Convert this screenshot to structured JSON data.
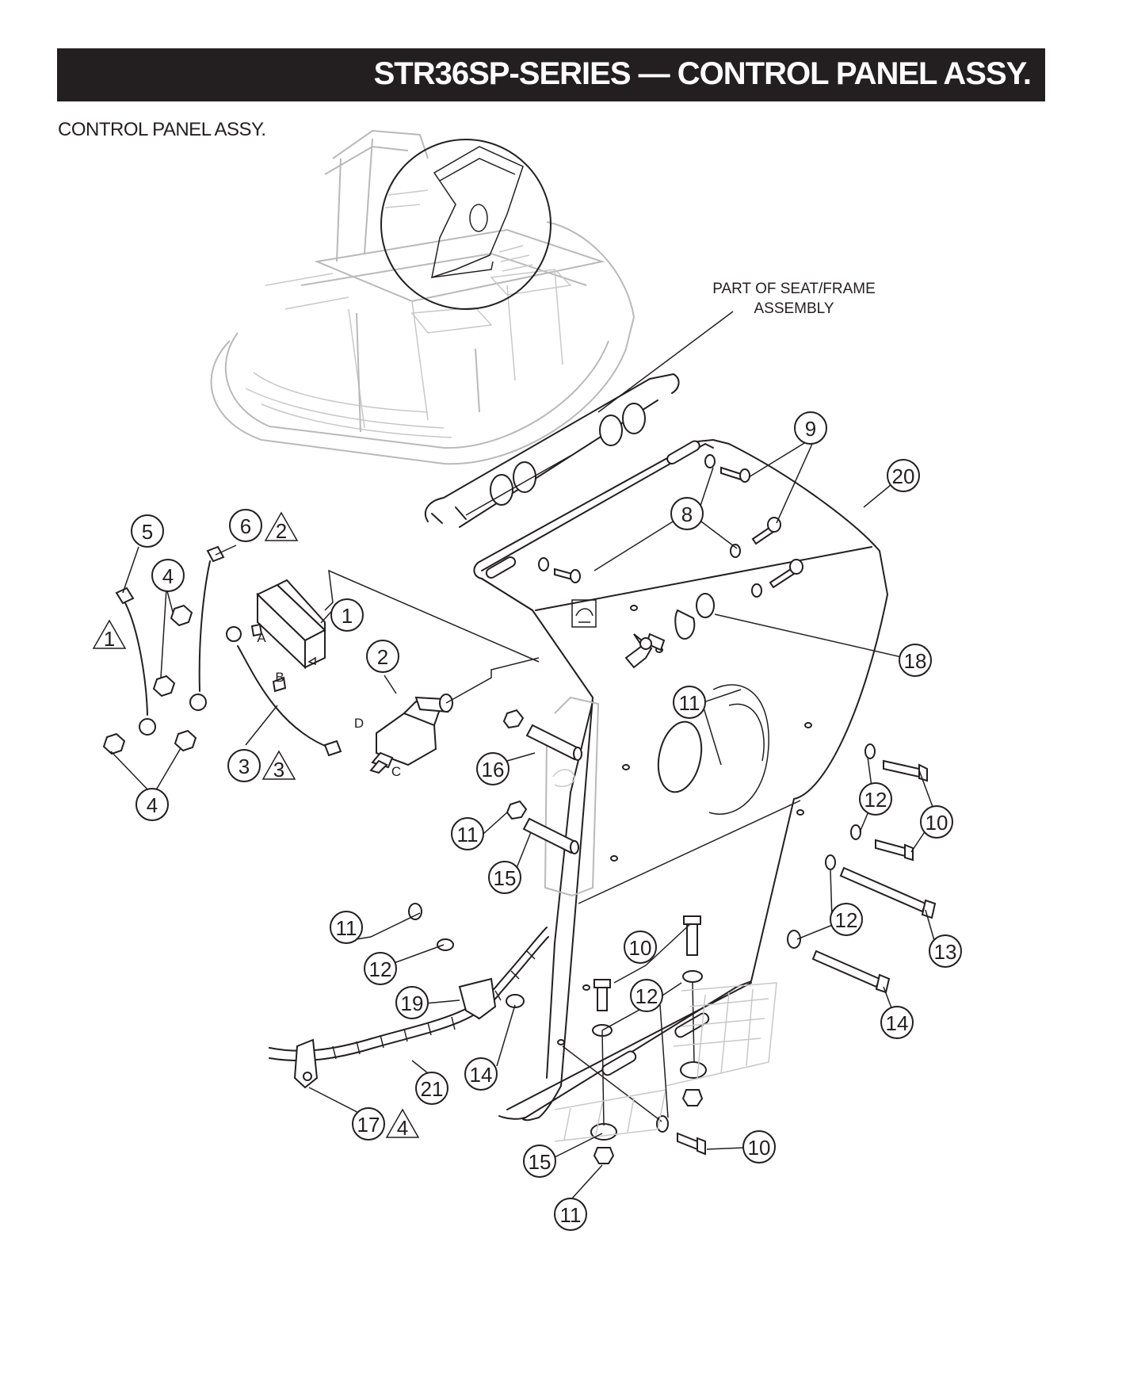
{
  "header": {
    "title": "STR36SP-SERIES — CONTROL PANEL ASSY."
  },
  "section_title": "CONTROL PANEL ASSY.",
  "note": {
    "line1": "PART OF SEAT/FRAME",
    "line2": "ASSEMBLY"
  },
  "terminal_letters": [
    "A",
    "B",
    "C",
    "D"
  ],
  "callouts": [
    "1",
    "2",
    "3",
    "4",
    "4",
    "5",
    "6",
    "8",
    "9",
    "10",
    "10",
    "10",
    "10",
    "11",
    "11",
    "11",
    "11",
    "11",
    "12",
    "12",
    "12",
    "12",
    "12",
    "13",
    "14",
    "14",
    "14",
    "15",
    "15",
    "16",
    "17",
    "18",
    "19",
    "20",
    "21"
  ],
  "warning_triangles": [
    "1",
    "2",
    "3",
    "4"
  ],
  "colors": {
    "ink": "#231f20",
    "ghost": "#b9b9b9",
    "header_bg": "#231f20",
    "header_text": "#ffffff"
  }
}
